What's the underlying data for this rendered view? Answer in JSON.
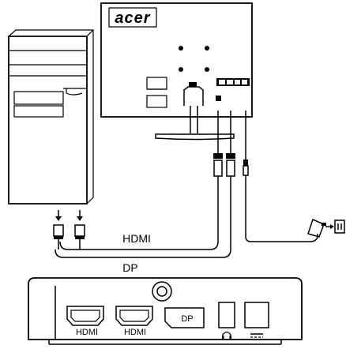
{
  "brand": "acer",
  "cables": {
    "hdmi_label": "HDMI",
    "dp_label": "DP"
  },
  "ports": [
    {
      "label": "HDMI"
    },
    {
      "label": "HDMI"
    },
    {
      "label": "DP"
    }
  ],
  "icons": {
    "headphone": "headphone-icon",
    "dc_power": "dc-power-icon",
    "plug": "power-adapter-icon",
    "outlet": "wall-outlet-icon"
  }
}
